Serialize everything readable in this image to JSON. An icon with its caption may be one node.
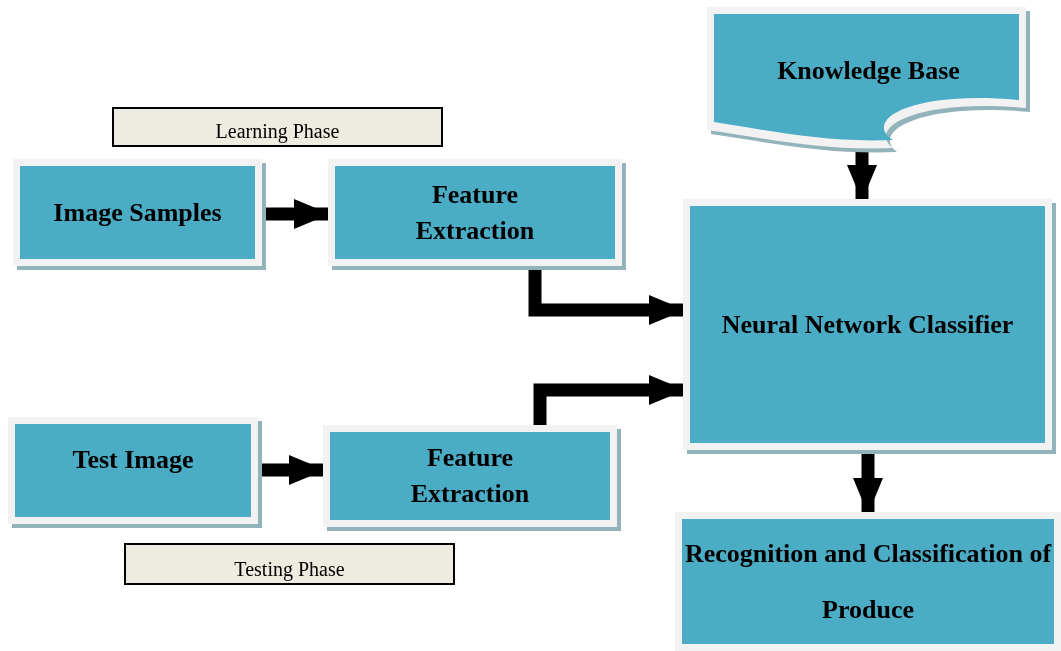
{
  "diagram": {
    "nodes": [
      {
        "text": [
          "Knowledge Base"
        ]
      },
      {
        "text": [
          "Learning Phase"
        ]
      },
      {
        "text": [
          "Image Samples"
        ]
      },
      {
        "text": [
          "Feature Extraction"
        ]
      },
      {
        "text": [
          "Neural Network Classifier"
        ]
      },
      {
        "text": [
          "Test Image"
        ]
      },
      {
        "text": [
          "Feature Extraction"
        ]
      },
      {
        "text": [
          "Testing Phase"
        ]
      },
      {
        "text": [
          "Recognition and Classification of Produce"
        ]
      }
    ],
    "edges": [
      {
        "from": 2,
        "to": 3,
        "arrow": "to"
      },
      {
        "from": 3,
        "to": 4,
        "arrow": "to"
      },
      {
        "from": 5,
        "to": 6,
        "arrow": "to"
      },
      {
        "from": 6,
        "to": 4,
        "arrow": "to"
      },
      {
        "from": 0,
        "to": 4,
        "arrow": "to"
      },
      {
        "from": 4,
        "to": 8,
        "arrow": "to"
      }
    ]
  }
}
